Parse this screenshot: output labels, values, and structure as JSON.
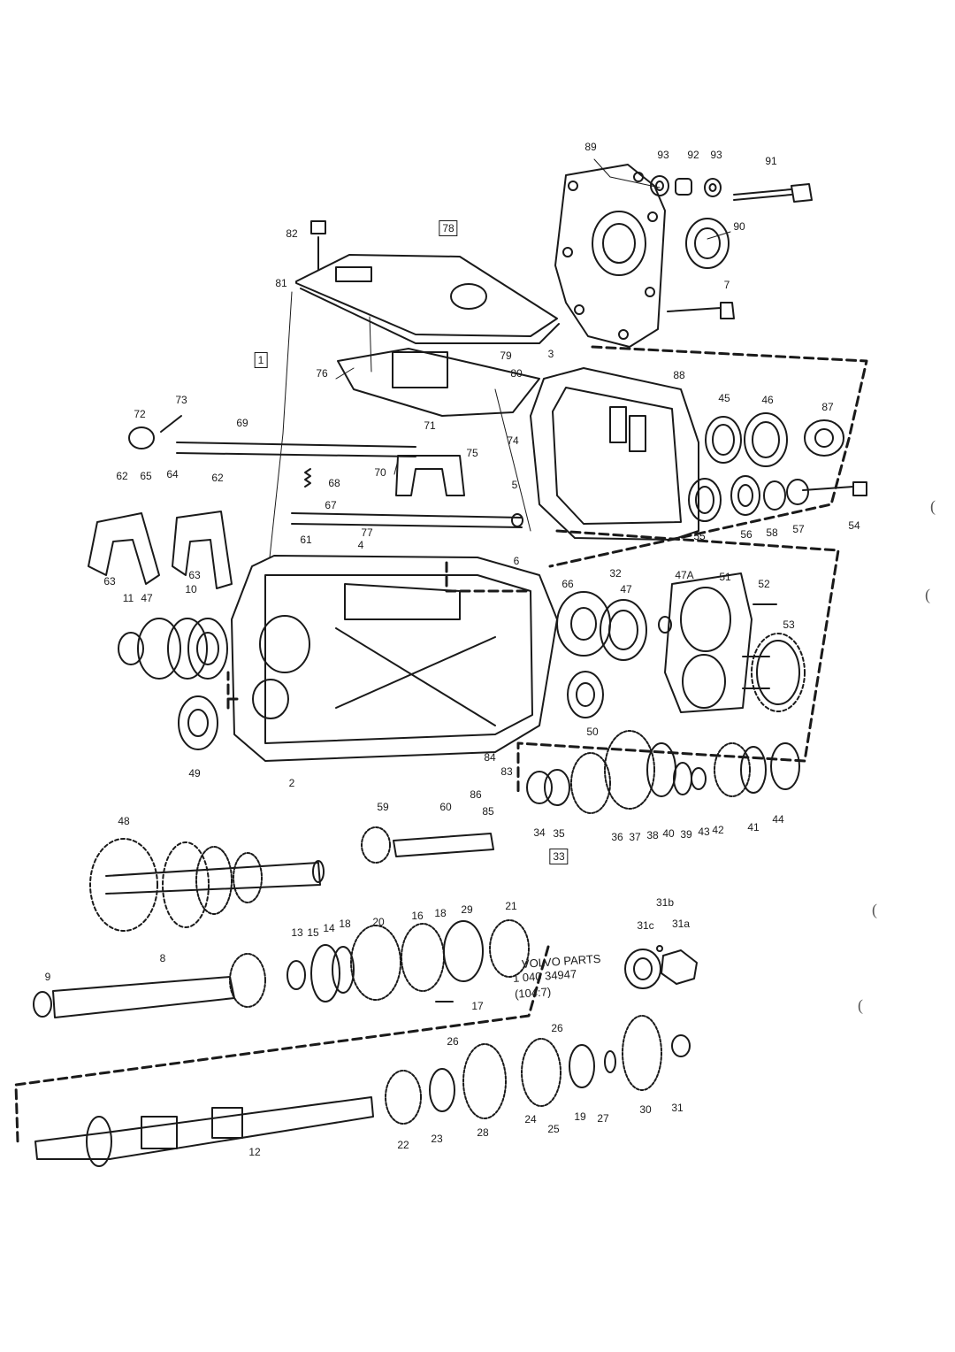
{
  "labels": [
    {
      "id": "89",
      "text": "89",
      "boxed": false
    },
    {
      "id": "93a",
      "text": "93",
      "boxed": false
    },
    {
      "id": "92",
      "text": "92",
      "boxed": false
    },
    {
      "id": "93b",
      "text": "93",
      "boxed": false
    },
    {
      "id": "91",
      "text": "91",
      "boxed": false
    },
    {
      "id": "90",
      "text": "90",
      "boxed": false
    },
    {
      "id": "7",
      "text": "7",
      "boxed": false
    },
    {
      "id": "82",
      "text": "82",
      "boxed": false
    },
    {
      "id": "78",
      "text": "78",
      "boxed": true
    },
    {
      "id": "81",
      "text": "81",
      "boxed": false
    },
    {
      "id": "1",
      "text": "1",
      "boxed": true
    },
    {
      "id": "76",
      "text": "76",
      "boxed": false
    },
    {
      "id": "79",
      "text": "79",
      "boxed": false
    },
    {
      "id": "80",
      "text": "80",
      "boxed": false
    },
    {
      "id": "3",
      "text": "3",
      "boxed": false
    },
    {
      "id": "88",
      "text": "88",
      "boxed": false
    },
    {
      "id": "45",
      "text": "45",
      "boxed": false
    },
    {
      "id": "46",
      "text": "46",
      "boxed": false
    },
    {
      "id": "87",
      "text": "87",
      "boxed": false
    },
    {
      "id": "73",
      "text": "73",
      "boxed": false
    },
    {
      "id": "72",
      "text": "72",
      "boxed": false
    },
    {
      "id": "69",
      "text": "69",
      "boxed": false
    },
    {
      "id": "71",
      "text": "71",
      "boxed": false
    },
    {
      "id": "74",
      "text": "74",
      "boxed": false
    },
    {
      "id": "75",
      "text": "75",
      "boxed": false
    },
    {
      "id": "5",
      "text": "5",
      "boxed": false
    },
    {
      "id": "70",
      "text": "70",
      "boxed": false
    },
    {
      "id": "68",
      "text": "68",
      "boxed": false
    },
    {
      "id": "67",
      "text": "67",
      "boxed": false
    },
    {
      "id": "62a",
      "text": "62",
      "boxed": false
    },
    {
      "id": "65",
      "text": "65",
      "boxed": false
    },
    {
      "id": "64",
      "text": "64",
      "boxed": false
    },
    {
      "id": "62b",
      "text": "62",
      "boxed": false
    },
    {
      "id": "77",
      "text": "77",
      "boxed": false
    },
    {
      "id": "4",
      "text": "4",
      "boxed": false
    },
    {
      "id": "61",
      "text": "61",
      "boxed": false
    },
    {
      "id": "63a",
      "text": "63",
      "boxed": false
    },
    {
      "id": "63b",
      "text": "63",
      "boxed": false
    },
    {
      "id": "55",
      "text": "55",
      "boxed": false
    },
    {
      "id": "56",
      "text": "56",
      "boxed": false
    },
    {
      "id": "58",
      "text": "58",
      "boxed": false
    },
    {
      "id": "57",
      "text": "57",
      "boxed": false
    },
    {
      "id": "54",
      "text": "54",
      "boxed": false
    },
    {
      "id": "6",
      "text": "6",
      "boxed": false
    },
    {
      "id": "66",
      "text": "66",
      "boxed": false
    },
    {
      "id": "32",
      "text": "32",
      "boxed": false
    },
    {
      "id": "47b",
      "text": "47",
      "boxed": false
    },
    {
      "id": "47A",
      "text": "47A",
      "boxed": false
    },
    {
      "id": "51",
      "text": "51",
      "boxed": false
    },
    {
      "id": "52",
      "text": "52",
      "boxed": false
    },
    {
      "id": "53",
      "text": "53",
      "boxed": false
    },
    {
      "id": "11",
      "text": "11",
      "boxed": false
    },
    {
      "id": "47a",
      "text": "47",
      "boxed": false
    },
    {
      "id": "10",
      "text": "10",
      "boxed": false
    },
    {
      "id": "50",
      "text": "50",
      "boxed": false
    },
    {
      "id": "49",
      "text": "49",
      "boxed": false
    },
    {
      "id": "2",
      "text": "2",
      "boxed": false
    },
    {
      "id": "84",
      "text": "84",
      "boxed": false
    },
    {
      "id": "83",
      "text": "83",
      "boxed": false
    },
    {
      "id": "86",
      "text": "86",
      "boxed": false
    },
    {
      "id": "85",
      "text": "85",
      "boxed": false
    },
    {
      "id": "59",
      "text": "59",
      "boxed": false
    },
    {
      "id": "60",
      "text": "60",
      "boxed": false
    },
    {
      "id": "34",
      "text": "34",
      "boxed": false
    },
    {
      "id": "35",
      "text": "35",
      "boxed": false
    },
    {
      "id": "36",
      "text": "36",
      "boxed": false
    },
    {
      "id": "37",
      "text": "37",
      "boxed": false
    },
    {
      "id": "38",
      "text": "38",
      "boxed": false
    },
    {
      "id": "40",
      "text": "40",
      "boxed": false
    },
    {
      "id": "39",
      "text": "39",
      "boxed": false
    },
    {
      "id": "43",
      "text": "43",
      "boxed": false
    },
    {
      "id": "42",
      "text": "42",
      "boxed": false
    },
    {
      "id": "41",
      "text": "41",
      "boxed": false
    },
    {
      "id": "44",
      "text": "44",
      "boxed": false
    },
    {
      "id": "33",
      "text": "33",
      "boxed": true
    },
    {
      "id": "48",
      "text": "48",
      "boxed": false
    },
    {
      "id": "31b",
      "text": "31b",
      "boxed": false
    },
    {
      "id": "31c",
      "text": "31c",
      "boxed": false
    },
    {
      "id": "31a",
      "text": "31a",
      "boxed": false
    },
    {
      "id": "13",
      "text": "13",
      "boxed": false
    },
    {
      "id": "15",
      "text": "15",
      "boxed": false
    },
    {
      "id": "14",
      "text": "14",
      "boxed": false
    },
    {
      "id": "18a",
      "text": "18",
      "boxed": false
    },
    {
      "id": "20",
      "text": "20",
      "boxed": false
    },
    {
      "id": "16",
      "text": "16",
      "boxed": false
    },
    {
      "id": "18b",
      "text": "18",
      "boxed": false
    },
    {
      "id": "29",
      "text": "29",
      "boxed": false
    },
    {
      "id": "21",
      "text": "21",
      "boxed": false
    },
    {
      "id": "8",
      "text": "8",
      "boxed": false
    },
    {
      "id": "9",
      "text": "9",
      "boxed": false
    },
    {
      "id": "17",
      "text": "17",
      "boxed": false
    },
    {
      "id": "26a",
      "text": "26",
      "boxed": false
    },
    {
      "id": "26b",
      "text": "26",
      "boxed": false
    },
    {
      "id": "22",
      "text": "22",
      "boxed": false
    },
    {
      "id": "23",
      "text": "23",
      "boxed": false
    },
    {
      "id": "28",
      "text": "28",
      "boxed": false
    },
    {
      "id": "24",
      "text": "24",
      "boxed": false
    },
    {
      "id": "25",
      "text": "25",
      "boxed": false
    },
    {
      "id": "19",
      "text": "19",
      "boxed": false
    },
    {
      "id": "27",
      "text": "27",
      "boxed": false
    },
    {
      "id": "30",
      "text": "30",
      "boxed": false
    },
    {
      "id": "31",
      "text": "31",
      "boxed": false
    },
    {
      "id": "12",
      "text": "12",
      "boxed": false
    }
  ],
  "footer": {
    "line1": "VOLVO PARTS",
    "line2": "1   040 34947",
    "line3": "(104:7)"
  },
  "margin_marks": [
    "(",
    "(",
    "(",
    "("
  ],
  "colors": {
    "ink": "#1a1a1a",
    "paper": "#ffffff"
  }
}
